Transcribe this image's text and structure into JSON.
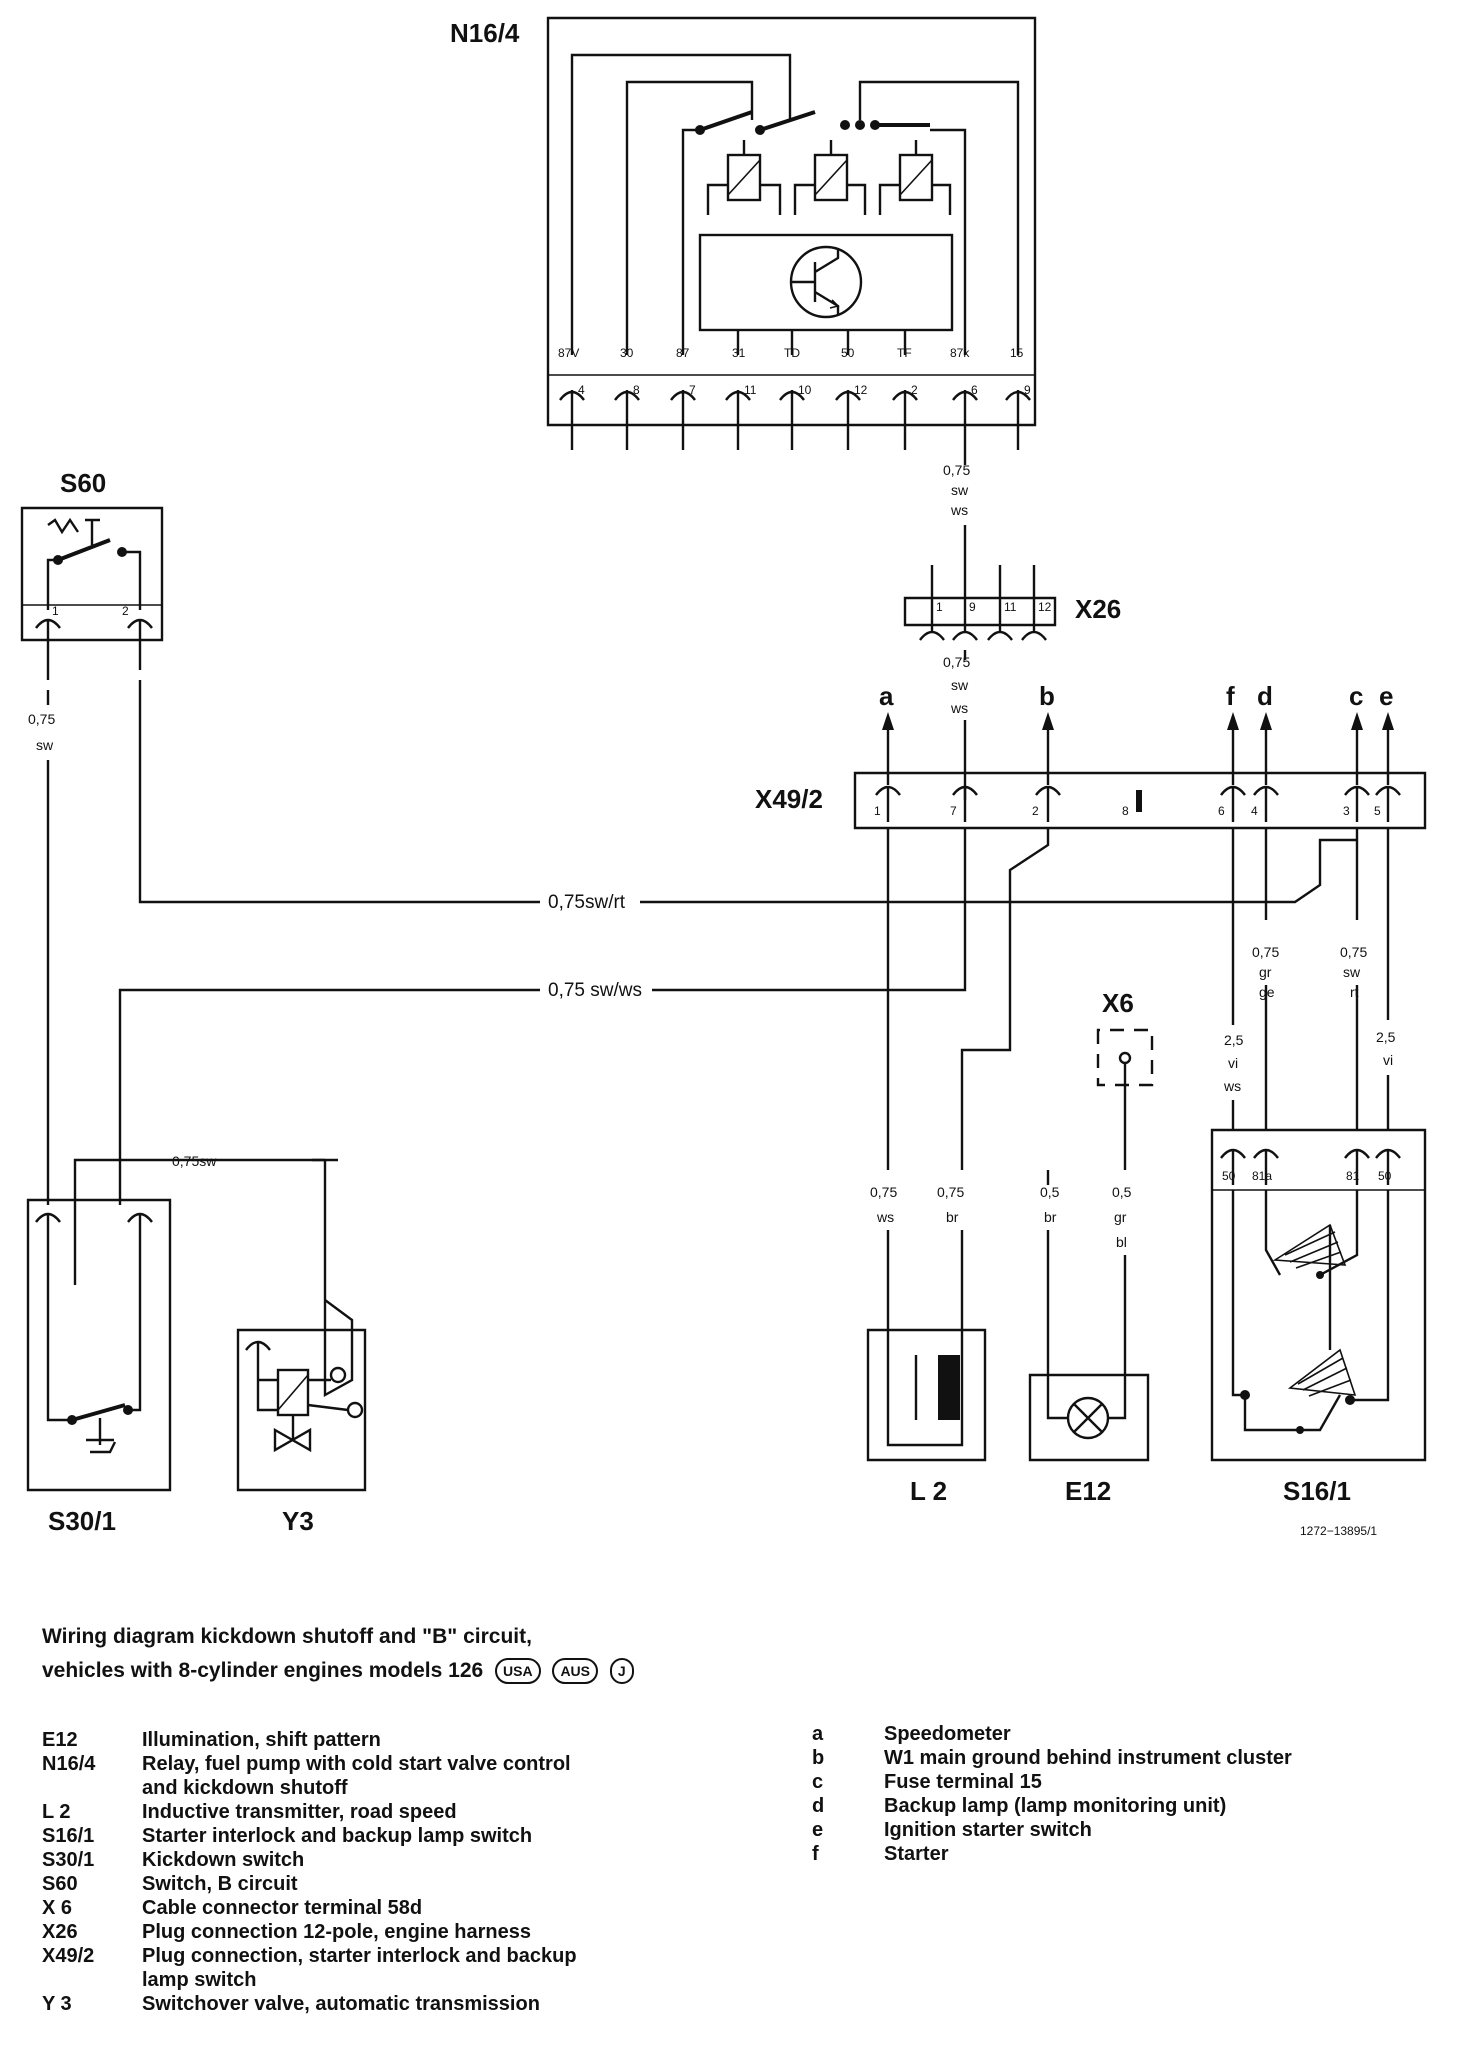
{
  "components": {
    "n16_4": "N16/4",
    "s60": "S60",
    "x26": "X26",
    "x49_2": "X49/2",
    "x6": "X6",
    "s30_1": "S30/1",
    "y3": "Y3",
    "l2": "L 2",
    "e12": "E12",
    "s16_1": "S16/1"
  },
  "relay_terminals": [
    "87V",
    "30",
    "87",
    "31",
    "TD",
    "50",
    "TF",
    "87k",
    "15"
  ],
  "relay_pins": [
    "4",
    "8",
    "7",
    "11",
    "10",
    "12",
    "2",
    "6",
    "9"
  ],
  "x26_pins": [
    "1",
    "9",
    "11",
    "12"
  ],
  "x49_pins": [
    "1",
    "7",
    "2",
    "8",
    "6",
    "4",
    "3",
    "5"
  ],
  "s60_pins": [
    "1",
    "2"
  ],
  "s16_terminals": [
    "50",
    "81a",
    "81",
    "50"
  ],
  "wire_labels": {
    "relay_out": [
      "0,75",
      "sw",
      "ws"
    ],
    "x26_out": [
      "0,75",
      "sw",
      "ws"
    ],
    "s60_out": [
      "0,75",
      "sw"
    ],
    "sw_rt": "0,75sw/rt",
    "sw_ws": "0,75 sw/ws",
    "s30_y3": "0,75sw",
    "f_wire": [
      "2,5",
      "vi",
      "ws"
    ],
    "d_wire": [
      "0,75",
      "gr",
      "ge"
    ],
    "c_wire": [
      "0,75",
      "sw",
      "rt"
    ],
    "e_wire": [
      "2,5",
      "vi"
    ],
    "l2_a": [
      "0,75",
      "ws"
    ],
    "l2_b": [
      "0,75",
      "br"
    ],
    "e12_a": [
      "0,5",
      "br"
    ],
    "e12_b": [
      "0,5",
      "gr",
      "bl"
    ]
  },
  "arrow_letters": [
    "a",
    "b",
    "f",
    "d",
    "c",
    "e"
  ],
  "ref_code": "1272−13895/1",
  "caption": {
    "line1": "Wiring diagram kickdown shutoff and \"B\" circuit,",
    "line2": "vehicles with 8-cylinder engines models 126",
    "badges": [
      "USA",
      "AUS",
      "J"
    ]
  },
  "legend_components": [
    {
      "code": "E12",
      "desc": "Illumination, shift pattern"
    },
    {
      "code": "N16/4",
      "desc": "Relay, fuel pump with cold start valve control"
    },
    {
      "code": "",
      "desc": "and kickdown shutoff"
    },
    {
      "code": "L 2",
      "desc": "Inductive transmitter, road speed"
    },
    {
      "code": "S16/1",
      "desc": "Starter interlock and backup lamp switch"
    },
    {
      "code": "S30/1",
      "desc": "Kickdown switch"
    },
    {
      "code": "S60",
      "desc": "Switch, B circuit"
    },
    {
      "code": "X 6",
      "desc": "Cable connector terminal 58d"
    },
    {
      "code": "X26",
      "desc": "Plug connection 12-pole, engine harness"
    },
    {
      "code": "X49/2",
      "desc": "Plug connection, starter interlock and backup"
    },
    {
      "code": "",
      "desc": "lamp switch"
    },
    {
      "code": "Y 3",
      "desc": "Switchover valve, automatic transmission"
    }
  ],
  "legend_letters": [
    {
      "code": "a",
      "desc": "Speedometer"
    },
    {
      "code": "b",
      "desc": "W1 main ground behind instrument cluster"
    },
    {
      "code": "c",
      "desc": "Fuse terminal 15"
    },
    {
      "code": "d",
      "desc": "Backup lamp (lamp monitoring unit)"
    },
    {
      "code": "e",
      "desc": "Ignition starter switch"
    },
    {
      "code": "f",
      "desc": "Starter"
    }
  ]
}
